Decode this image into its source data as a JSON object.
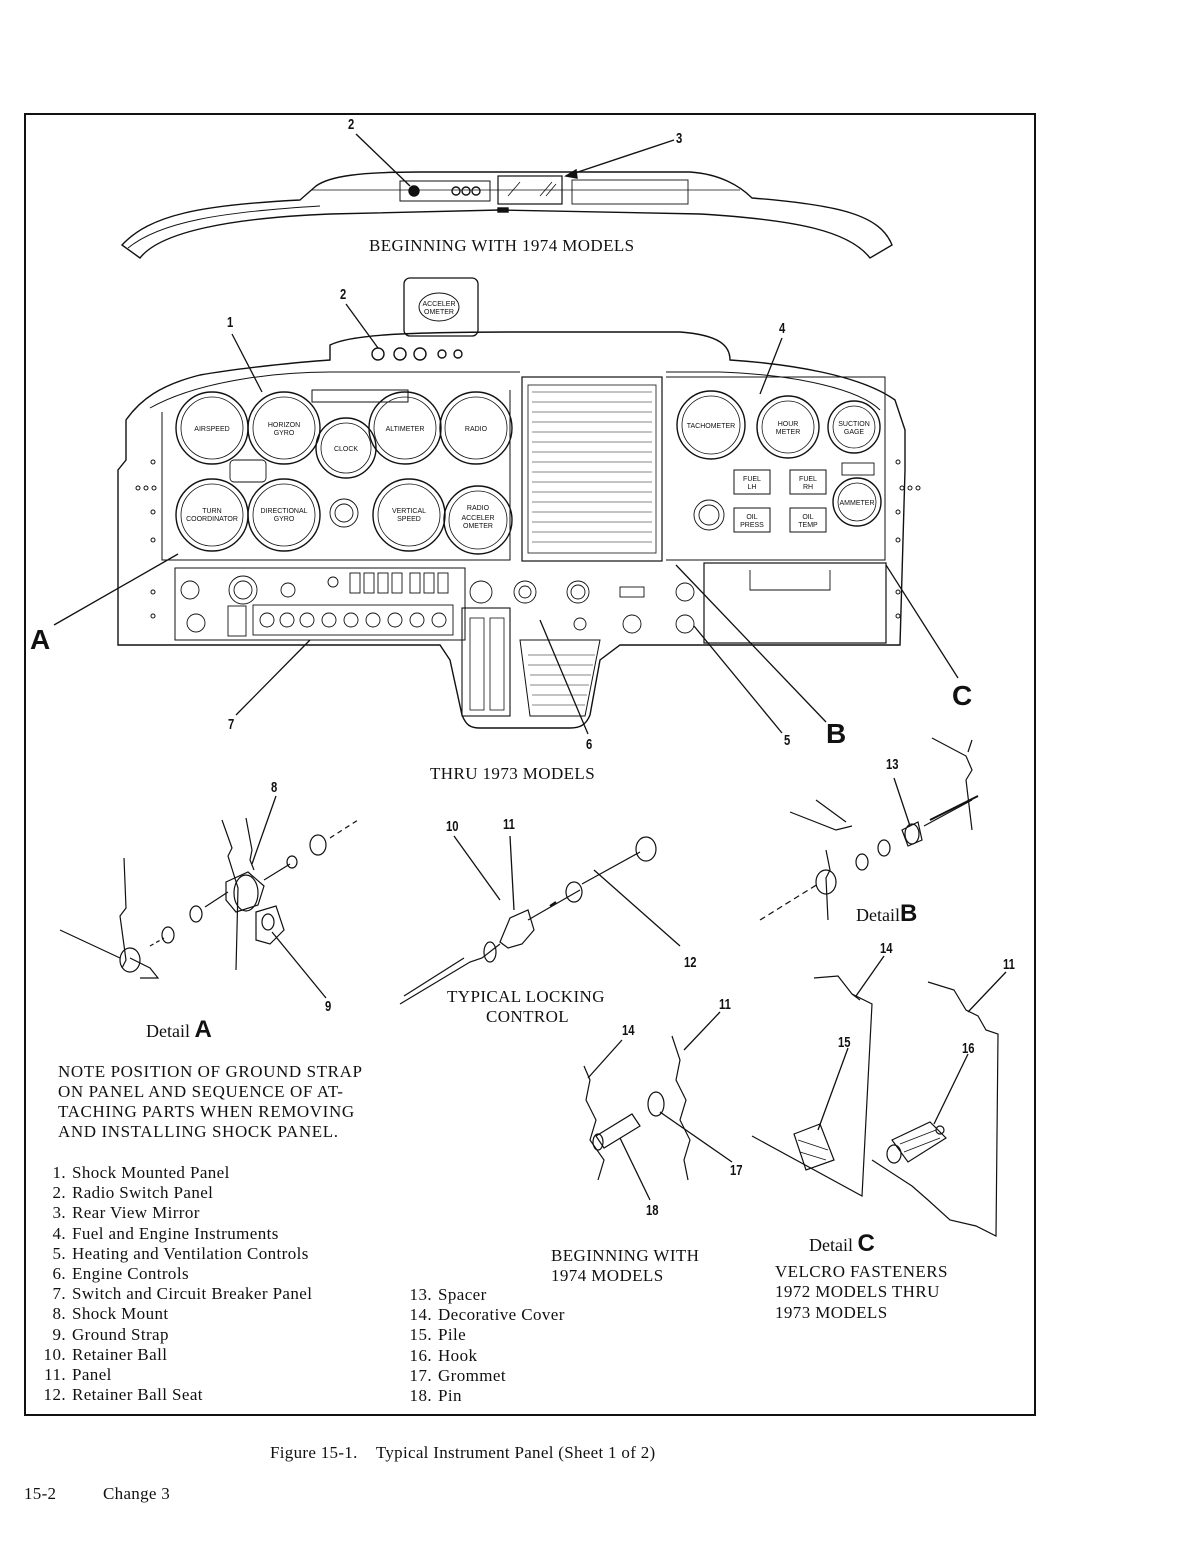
{
  "headings": {
    "top_panel": "BEGINNING WITH 1974 MODELS",
    "main_panel": "THRU 1973 MODELS",
    "locking_control": [
      "TYPICAL LOCKING",
      "CONTROL"
    ],
    "cover_models": [
      "BEGINNING WITH",
      "1974 MODELS"
    ],
    "velcro": [
      "VELCRO FASTENERS",
      "1972 MODELS THRU",
      "1973 MODELS"
    ]
  },
  "details": {
    "a_word": "Detail",
    "a_letter": "A",
    "b_word": "Detail",
    "b_letter": "B",
    "c_word": "Detail",
    "c_letter": "C"
  },
  "callout_letters": {
    "a": "A",
    "b": "B",
    "c": "C"
  },
  "callouts": {
    "n1": "1",
    "n2a": "2",
    "n2b": "2",
    "n3": "3",
    "n4": "4",
    "n5": "5",
    "n6": "6",
    "n7": "7",
    "n8": "8",
    "n9": "9",
    "n10": "10",
    "n11a": "11",
    "n11b": "11",
    "n11c": "11",
    "n12": "12",
    "n13": "13",
    "n14a": "14",
    "n14b": "14",
    "n15": "15",
    "n16": "16",
    "n17": "17",
    "n18": "18"
  },
  "gauges": {
    "airspeed": "AIRSPEED",
    "horizon": [
      "HORIZON",
      "GYRO"
    ],
    "clock": "CLOCK",
    "altimeter": "ALTIMETER",
    "radio": "RADIO",
    "turn": [
      "TURN",
      "COORDINATOR"
    ],
    "directional": [
      "DIRECTIONAL",
      "GYRO"
    ],
    "vertical": [
      "VERTICAL",
      "SPEED"
    ],
    "radio_accel": [
      "RADIO",
      "ACCELER",
      "OMETER"
    ],
    "accel_top": [
      "ACCELER",
      "OMETER"
    ],
    "tachometer": "TACHOMETER",
    "hour": [
      "HOUR",
      "METER"
    ],
    "suction": [
      "SUCTION",
      "GAGE"
    ],
    "fuel_lh": [
      "FUEL",
      "LH"
    ],
    "fuel_rh": [
      "FUEL",
      "RH"
    ],
    "oil_press": [
      "OIL",
      "PRESS"
    ],
    "oil_temp": [
      "OIL",
      "TEMP"
    ],
    "ammeter": "AMMETER"
  },
  "note": [
    "NOTE POSITION OF GROUND STRAP",
    "ON PANEL AND SEQUENCE OF AT-",
    "TACHING PARTS WHEN REMOVING",
    "AND INSTALLING SHOCK PANEL."
  ],
  "legend_left": [
    {
      "n": "1.",
      "label": "Shock Mounted Panel"
    },
    {
      "n": "2.",
      "label": "Radio Switch Panel"
    },
    {
      "n": "3.",
      "label": "Rear View Mirror"
    },
    {
      "n": "4.",
      "label": "Fuel and Engine Instruments"
    },
    {
      "n": "5.",
      "label": "Heating and Ventilation Controls"
    },
    {
      "n": "6.",
      "label": "Engine Controls"
    },
    {
      "n": "7.",
      "label": "Switch and Circuit Breaker Panel"
    },
    {
      "n": "8.",
      "label": "Shock Mount"
    },
    {
      "n": "9.",
      "label": "Ground Strap"
    },
    {
      "n": "10.",
      "label": "Retainer Ball"
    },
    {
      "n": "11.",
      "label": "Panel"
    },
    {
      "n": "12.",
      "label": "Retainer Ball Seat"
    }
  ],
  "legend_right": [
    {
      "n": "13.",
      "label": "Spacer"
    },
    {
      "n": "14.",
      "label": "Decorative Cover"
    },
    {
      "n": "15.",
      "label": "Pile"
    },
    {
      "n": "16.",
      "label": "Hook"
    },
    {
      "n": "17.",
      "label": "Grommet"
    },
    {
      "n": "18.",
      "label": "Pin"
    }
  ],
  "caption": {
    "figure": "Figure 15-1.",
    "title": "Typical Instrument Panel (Sheet 1 of 2)"
  },
  "footer": {
    "page": "15-2",
    "change": "Change 3"
  }
}
